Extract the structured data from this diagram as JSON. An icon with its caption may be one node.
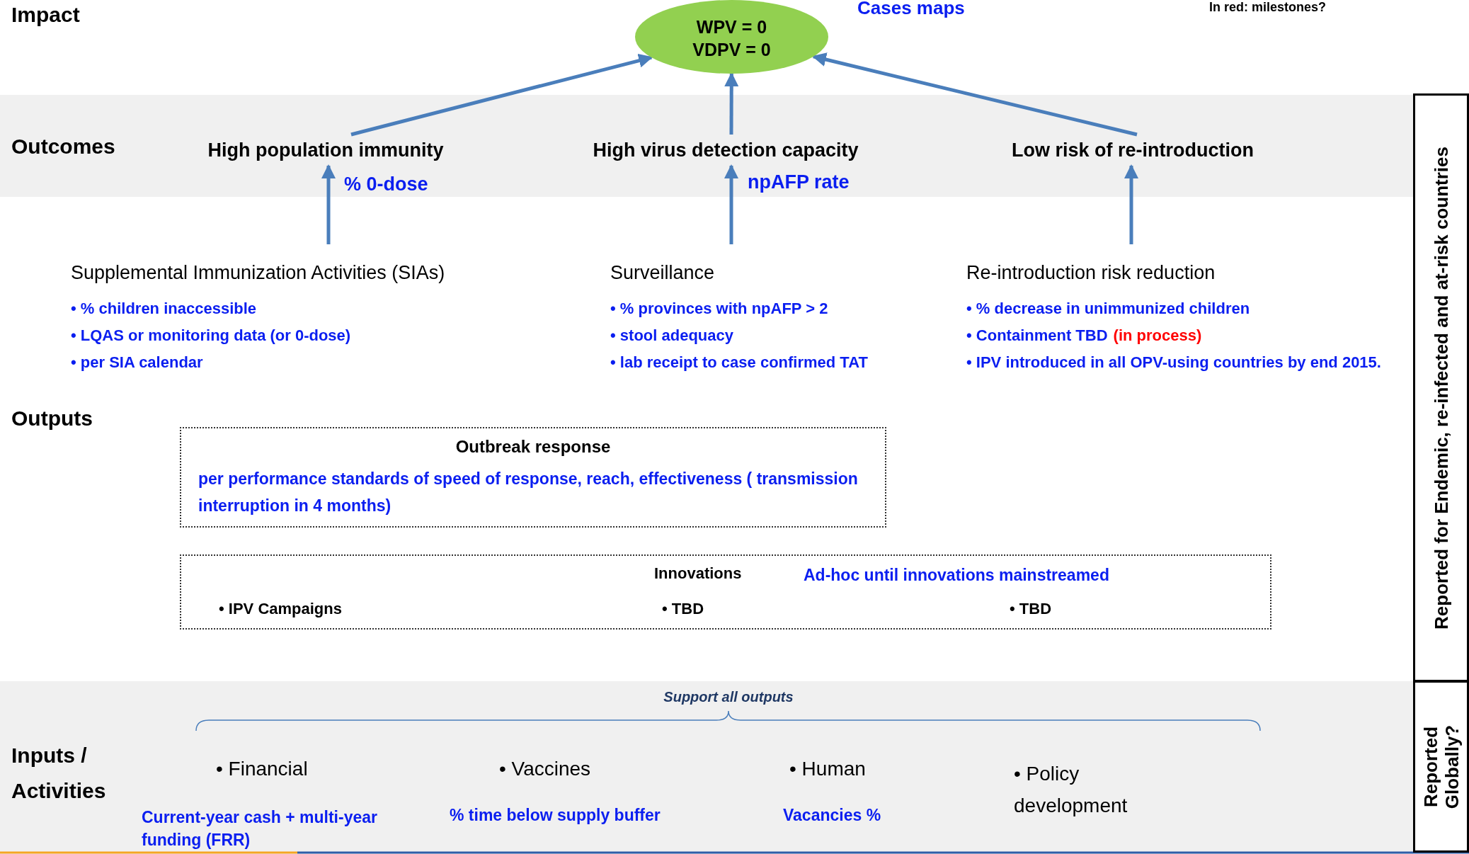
{
  "diagram": {
    "nodes": [
      {
        "text": [
          "WPV = 0",
          "VDPV = 0"
        ],
        "beside": [
          "Cases maps"
        ]
      },
      {
        "text": [
          "High population immunity"
        ],
        "beside": [
          "% 0-dose"
        ]
      },
      {
        "text": [
          "High virus detection capacity"
        ],
        "beside": [
          "npAFP rate"
        ]
      },
      {
        "text": [
          "Low risk of re-introduction"
        ]
      },
      {
        "text": [
          "Supplemental Immunization Activities (SIAs)",
          "• % children inaccessible",
          "• LQAS or monitoring data (or 0-dose)",
          "• per SIA calendar"
        ]
      },
      {
        "text": [
          "Surveillance",
          "• % provinces with npAFP > 2",
          "• stool adequacy",
          "• lab receipt to case confirmed TAT"
        ]
      },
      {
        "text": [
          "Re-introduction risk reduction",
          "• % decrease in unimmunized children",
          "• Containment TBD",
          "• IPV introduced in all OPV-using countries by end 2015."
        ],
        "beside": [
          "(in process)"
        ]
      },
      {
        "text": [
          "Outbreak response",
          "per performance standards of speed of response, reach, effectiveness ( transmission interruption in 4 months)"
        ]
      },
      {
        "text": [
          "Innovations",
          "Ad-hoc until innovations mainstreamed",
          "• IPV Campaigns",
          "• TBD",
          "• TBD"
        ]
      },
      {
        "text": [
          "Reported for Endemic, re-infected and at-risk countries"
        ]
      },
      {
        "text": [
          "Reported Globally?"
        ]
      }
    ],
    "edges": [
      {
        "from": 1,
        "to": 0,
        "arrow": "to"
      },
      {
        "from": 2,
        "to": 0,
        "arrow": "to"
      },
      {
        "from": 3,
        "to": 0,
        "arrow": "to"
      },
      {
        "from": 4,
        "to": 1,
        "arrow": "to"
      },
      {
        "from": 5,
        "to": 2,
        "arrow": "to"
      },
      {
        "from": 6,
        "to": 3,
        "arrow": "to"
      }
    ],
    "labels": [
      "Impact",
      "In red: milestones?",
      "Outcomes",
      "Outputs",
      "Support all outputs",
      "Inputs / Activities",
      "• Financial",
      "Current-year cash + multi-year funding (FRR)",
      "• Vaccines",
      "% time below supply buffer",
      "• Human",
      "Vacancies %",
      "• Policy development"
    ]
  }
}
